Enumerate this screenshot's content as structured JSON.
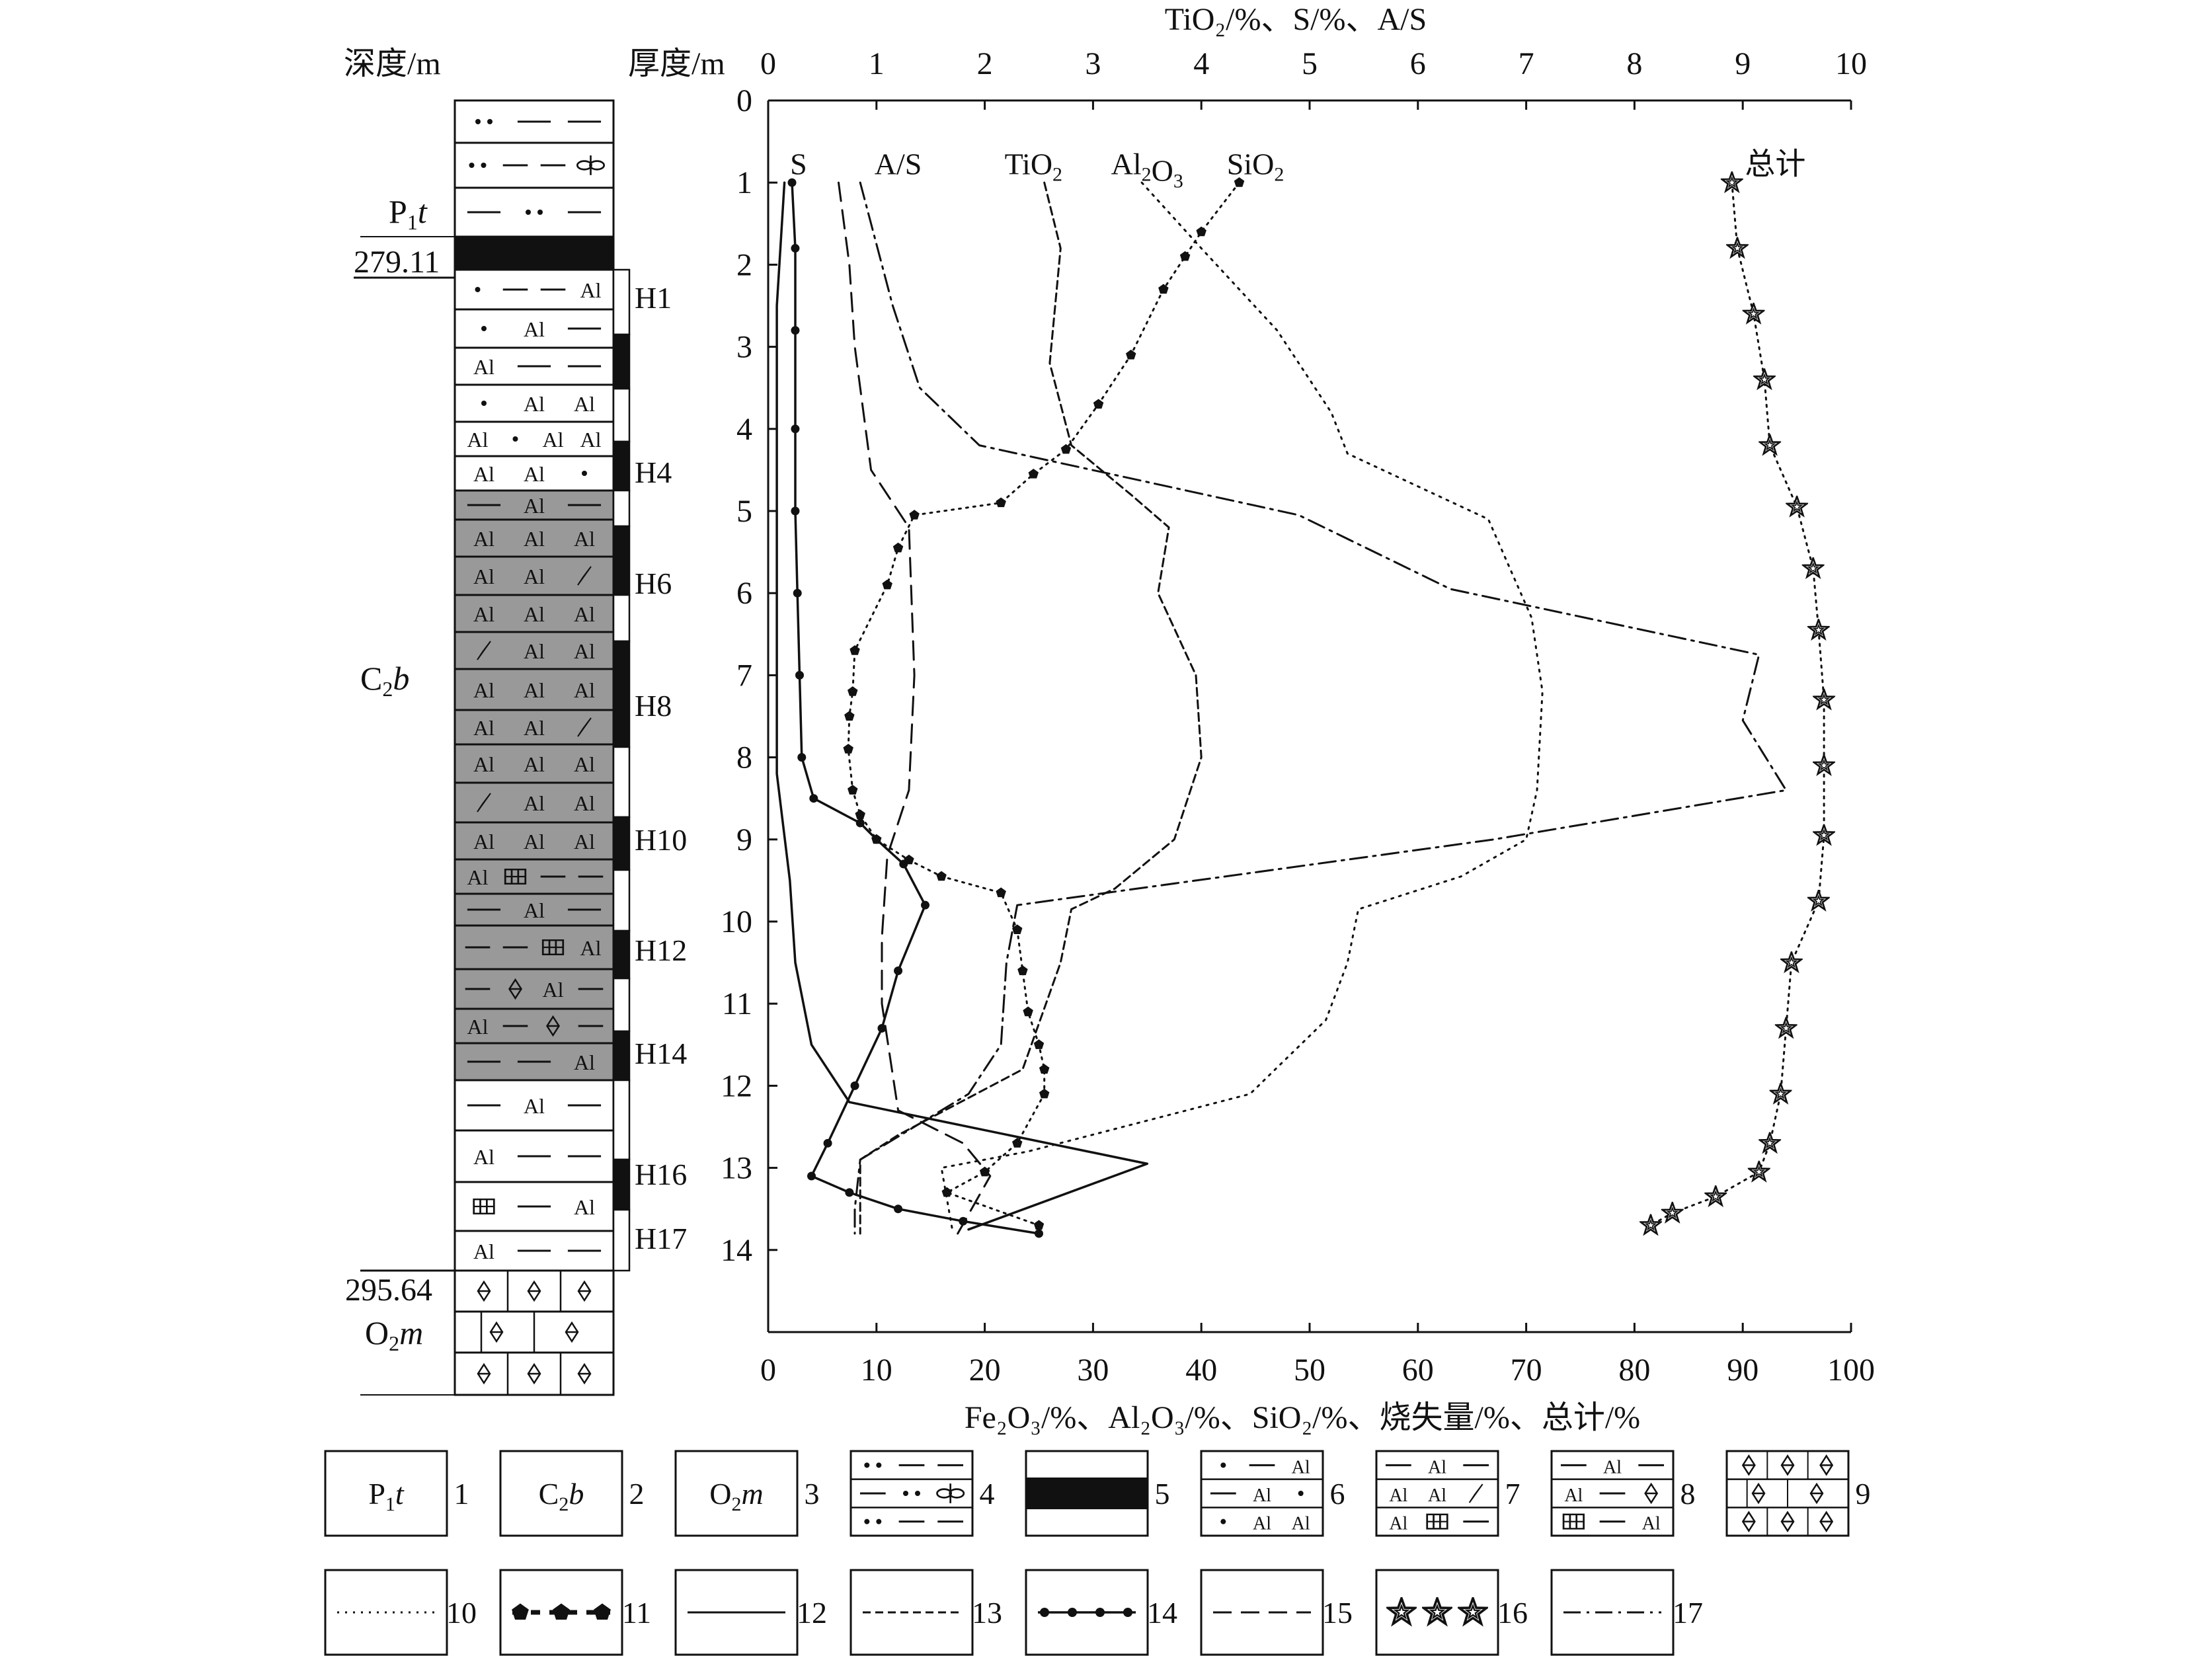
{
  "column": {
    "depth_header": "深度/m",
    "thickness_header": "厚度/m",
    "formation_top": "P₁t",
    "formation_mid": "C₂b",
    "formation_bottom": "O₂m",
    "depth_top": "279.11",
    "depth_bottom": "295.64",
    "samples": [
      "H1",
      "H4",
      "H6",
      "H8",
      "H10",
      "H12",
      "H14",
      "H16",
      "H17"
    ],
    "mineral_label": "Al"
  },
  "legend": {
    "items": [
      {
        "num": "1",
        "text": "P₁t"
      },
      {
        "num": "2",
        "text": "C₂b"
      },
      {
        "num": "3",
        "text": "O₂m"
      },
      {
        "num": "4",
        "text": ""
      },
      {
        "num": "5",
        "text": ""
      },
      {
        "num": "6",
        "text": ""
      },
      {
        "num": "7",
        "text": ""
      },
      {
        "num": "8",
        "text": ""
      },
      {
        "num": "9",
        "text": ""
      },
      {
        "num": "10",
        "text": ""
      },
      {
        "num": "11",
        "text": ""
      },
      {
        "num": "12",
        "text": ""
      },
      {
        "num": "13",
        "text": ""
      },
      {
        "num": "14",
        "text": ""
      },
      {
        "num": "15",
        "text": ""
      },
      {
        "num": "16",
        "text": ""
      },
      {
        "num": "17",
        "text": ""
      }
    ]
  },
  "chart_data": {
    "type": "line",
    "top_axis_label": "TiO₂/%、S/%、A/S",
    "bottom_axis_label": "Fe₂O₃/%、Al₂O₃/%、SiO₂/%、烧失量/%、总计/%",
    "top_xlim": [
      0,
      10
    ],
    "top_ticks": [
      0,
      1,
      2,
      3,
      4,
      5,
      6,
      7,
      8,
      9,
      10
    ],
    "bottom_xlim": [
      0,
      100
    ],
    "bottom_ticks": [
      0,
      10,
      20,
      30,
      40,
      50,
      60,
      70,
      80,
      90,
      100
    ],
    "ylim": [
      0,
      15
    ],
    "y_ticks": [
      0,
      1,
      2,
      3,
      4,
      5,
      6,
      7,
      8,
      9,
      10,
      11,
      12,
      13,
      14
    ],
    "series_labels": [
      {
        "text": "S",
        "x": 0.28,
        "y": 0.8
      },
      {
        "text": "A/S",
        "x": 1.2,
        "y": 0.8
      },
      {
        "text": "TiO₂",
        "x": 2.45,
        "y": 0.8
      },
      {
        "text": "Al₂O₃",
        "x": 3.5,
        "y": 0.8
      },
      {
        "text": "SiO₂",
        "x": 4.5,
        "y": 0.8
      },
      {
        "text": "总计",
        "x": 9.3,
        "y": 0.8
      }
    ],
    "series": [
      {
        "key": "SiO2",
        "axis": "bottom",
        "style": "pentagon-dotted",
        "points": [
          [
            43.5,
            1
          ],
          [
            40.0,
            1.6
          ],
          [
            38.5,
            1.9
          ],
          [
            36.5,
            2.3
          ],
          [
            33.5,
            3.1
          ],
          [
            30.5,
            3.7
          ],
          [
            27.5,
            4.25
          ],
          [
            24.5,
            4.55
          ],
          [
            21.5,
            4.9
          ],
          [
            13.5,
            5.05
          ],
          [
            12.0,
            5.45
          ],
          [
            11.0,
            5.9
          ],
          [
            8.0,
            6.7
          ],
          [
            7.8,
            7.2
          ],
          [
            7.5,
            7.5
          ],
          [
            7.4,
            7.9
          ],
          [
            7.8,
            8.4
          ],
          [
            8.5,
            8.7
          ],
          [
            10.0,
            9.0
          ],
          [
            13.0,
            9.25
          ],
          [
            16.0,
            9.45
          ],
          [
            21.5,
            9.65
          ],
          [
            23.0,
            10.1
          ],
          [
            23.5,
            10.6
          ],
          [
            24.0,
            11.1
          ],
          [
            25.0,
            11.5
          ],
          [
            25.5,
            11.8
          ],
          [
            25.5,
            12.1
          ],
          [
            23.0,
            12.7
          ],
          [
            20.0,
            13.05
          ],
          [
            16.5,
            13.3
          ],
          [
            25.0,
            13.7
          ]
        ]
      },
      {
        "key": "Al2O3",
        "axis": "bottom",
        "style": "dotted",
        "points": [
          [
            34.5,
            1
          ],
          [
            40.0,
            1.8
          ],
          [
            47.0,
            2.8
          ],
          [
            52.0,
            3.8
          ],
          [
            53.5,
            4.3
          ],
          [
            66.5,
            5.1
          ],
          [
            70.5,
            6.3
          ],
          [
            71.5,
            7.2
          ],
          [
            71.0,
            8.4
          ],
          [
            70.0,
            9.0
          ],
          [
            64.0,
            9.45
          ],
          [
            54.5,
            9.85
          ],
          [
            53.5,
            10.5
          ],
          [
            51.5,
            11.2
          ],
          [
            44.5,
            12.1
          ],
          [
            24.0,
            12.8
          ],
          [
            16.0,
            13.0
          ],
          [
            17.0,
            13.75
          ]
        ]
      },
      {
        "key": "Fe2O3",
        "axis": "bottom",
        "style": "solid",
        "points": [
          [
            1.5,
            1
          ],
          [
            0.8,
            2.5
          ],
          [
            0.8,
            5.0
          ],
          [
            0.8,
            8.2
          ],
          [
            2.0,
            9.5
          ],
          [
            2.5,
            10.5
          ],
          [
            4.0,
            11.5
          ],
          [
            7.5,
            12.2
          ],
          [
            35.0,
            12.95
          ],
          [
            18.5,
            13.75
          ]
        ]
      },
      {
        "key": "LOI",
        "axis": "bottom",
        "style": "dash-dot",
        "points": [
          [
            8.5,
            1
          ],
          [
            9.5,
            1.5
          ],
          [
            11.5,
            2.5
          ],
          [
            14.0,
            3.5
          ],
          [
            19.5,
            4.2
          ],
          [
            49.0,
            5.05
          ],
          [
            63.0,
            5.95
          ],
          [
            91.5,
            6.75
          ],
          [
            90.0,
            7.55
          ],
          [
            94.0,
            8.4
          ],
          [
            67.0,
            9.0
          ],
          [
            23.0,
            9.8
          ],
          [
            22.0,
            10.5
          ],
          [
            21.5,
            11.5
          ],
          [
            18.5,
            12.1
          ],
          [
            8.5,
            12.9
          ],
          [
            8.0,
            13.5
          ],
          [
            8.0,
            13.8
          ]
        ]
      },
      {
        "key": "Total",
        "axis": "bottom",
        "style": "star-dotted",
        "points": [
          [
            89.0,
            1
          ],
          [
            89.5,
            1.8
          ],
          [
            91.0,
            2.6
          ],
          [
            92.0,
            3.4
          ],
          [
            92.5,
            4.2
          ],
          [
            95.0,
            4.95
          ],
          [
            96.5,
            5.7
          ],
          [
            97.0,
            6.45
          ],
          [
            97.5,
            7.3
          ],
          [
            97.5,
            8.1
          ],
          [
            97.5,
            8.95
          ],
          [
            97.0,
            9.75
          ],
          [
            94.5,
            10.5
          ],
          [
            94.0,
            11.3
          ],
          [
            93.5,
            12.1
          ],
          [
            92.5,
            12.7
          ],
          [
            91.5,
            13.05
          ],
          [
            87.5,
            13.35
          ],
          [
            83.5,
            13.55
          ],
          [
            81.5,
            13.7
          ]
        ]
      },
      {
        "key": "S",
        "axis": "top",
        "style": "dot-solid",
        "points": [
          [
            0.22,
            1
          ],
          [
            0.25,
            1.8
          ],
          [
            0.25,
            2.8
          ],
          [
            0.25,
            4.0
          ],
          [
            0.25,
            5.0
          ],
          [
            0.27,
            6.0
          ],
          [
            0.29,
            7.0
          ],
          [
            0.31,
            8.0
          ],
          [
            0.42,
            8.5
          ],
          [
            0.85,
            8.8
          ],
          [
            1.0,
            9.0
          ],
          [
            1.25,
            9.3
          ],
          [
            1.45,
            9.8
          ],
          [
            1.2,
            10.6
          ],
          [
            1.05,
            11.3
          ],
          [
            0.8,
            12.0
          ],
          [
            0.55,
            12.7
          ],
          [
            0.4,
            13.1
          ],
          [
            0.75,
            13.3
          ],
          [
            1.2,
            13.5
          ],
          [
            1.8,
            13.65
          ],
          [
            2.5,
            13.8
          ]
        ]
      },
      {
        "key": "AS",
        "axis": "top",
        "style": "dashed",
        "points": [
          [
            0.65,
            1
          ],
          [
            0.75,
            2.0
          ],
          [
            0.8,
            3.0
          ],
          [
            0.95,
            4.5
          ],
          [
            1.3,
            5.2
          ],
          [
            1.35,
            7.0
          ],
          [
            1.3,
            8.4
          ],
          [
            1.1,
            9.2
          ],
          [
            1.05,
            10.2
          ],
          [
            1.05,
            11.0
          ],
          [
            1.2,
            12.3
          ],
          [
            1.8,
            12.7
          ],
          [
            2.05,
            13.1
          ],
          [
            1.75,
            13.8
          ]
        ]
      },
      {
        "key": "TiO2",
        "axis": "top",
        "style": "short-dashed",
        "points": [
          [
            2.55,
            1
          ],
          [
            2.7,
            1.8
          ],
          [
            2.65,
            2.5
          ],
          [
            2.6,
            3.2
          ],
          [
            2.8,
            4.2
          ],
          [
            3.35,
            4.8
          ],
          [
            3.7,
            5.2
          ],
          [
            3.6,
            6.0
          ],
          [
            3.95,
            7.0
          ],
          [
            4.0,
            8.0
          ],
          [
            3.75,
            9.0
          ],
          [
            3.2,
            9.6
          ],
          [
            2.8,
            9.85
          ],
          [
            2.7,
            10.5
          ],
          [
            2.35,
            11.8
          ],
          [
            1.2,
            12.6
          ],
          [
            0.85,
            12.9
          ],
          [
            0.85,
            13.8
          ]
        ]
      }
    ]
  }
}
